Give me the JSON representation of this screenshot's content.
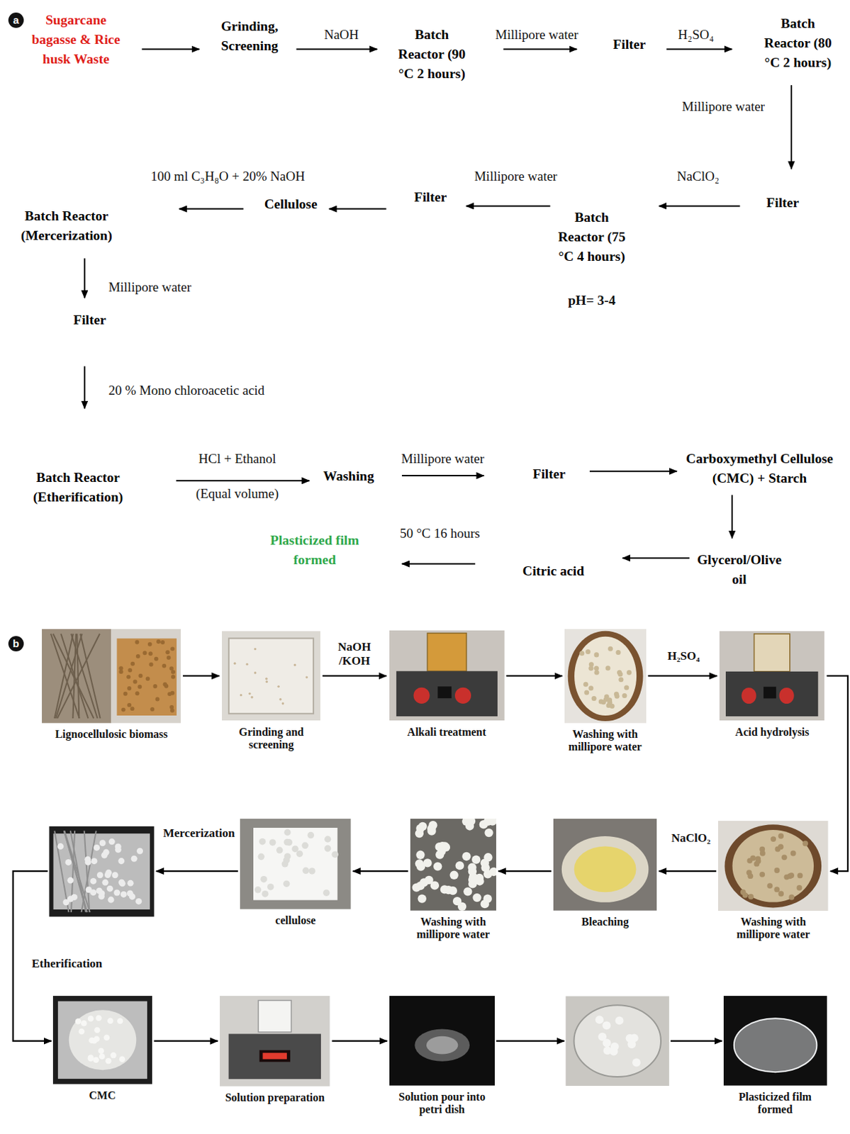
{
  "diagram": {
    "nodes": [
      {
        "text": [
          "Sugarcane bagasse & Rice husk Waste"
        ]
      },
      {
        "text": [
          "Grinding, Screening"
        ]
      },
      {
        "text": [
          "Batch Reactor (90 °C 2 hours)"
        ]
      },
      {
        "text": [
          "Filter"
        ]
      },
      {
        "text": [
          "Batch Reactor (80 °C 2 hours)"
        ]
      },
      {
        "text": [
          "Filter"
        ]
      },
      {
        "text": [
          "Batch Reactor (75 °C 4 hours)"
        ]
      },
      {
        "text": [
          "Filter"
        ]
      },
      {
        "text": [
          "Cellulose"
        ]
      },
      {
        "text": [
          "Batch Reactor (Mercerization)"
        ]
      },
      {
        "text": [
          "Filter"
        ]
      },
      {
        "text": [
          "Batch Reactor (Etherification)"
        ]
      },
      {
        "text": [
          "Washing"
        ]
      },
      {
        "text": [
          "Filter"
        ]
      },
      {
        "text": [
          "Carboxymethyl Cellulose (CMC) + Starch"
        ]
      },
      {
        "text": [
          "Glycerol/Olive oil"
        ]
      },
      {
        "text": [
          "Citric acid"
        ]
      },
      {
        "text": [
          "Plasticized film formed"
        ]
      },
      {
        "text": [
          "Lignocellulosic biomass"
        ]
      },
      {
        "text": [
          "Grinding and screening"
        ]
      },
      {
        "text": [
          "Alkali treatment"
        ]
      },
      {
        "text": [
          "Washing with millipore water"
        ]
      },
      {
        "text": [
          "Acid hydrolysis"
        ]
      },
      {
        "text": [
          "Washing with millipore water"
        ]
      },
      {
        "text": [
          "Bleaching"
        ]
      },
      {
        "text": [
          "Washing with millipore water"
        ]
      },
      {
        "text": [
          "cellulose"
        ]
      },
      {
        "text": [
          "CMC"
        ]
      },
      {
        "text": [
          "Solution preparation"
        ]
      },
      {
        "text": [
          "Solution pour into petri dish"
        ]
      },
      {
        "text": [
          "Plasticized film formed"
        ]
      }
    ],
    "edges": [
      {
        "from": 0,
        "to": 1,
        "arrow": "to"
      },
      {
        "from": 1,
        "to": 2,
        "label": "NaOH",
        "arrow": "to"
      },
      {
        "from": 2,
        "to": 3,
        "label": "Millipore water",
        "arrow": "to"
      },
      {
        "from": 3,
        "to": 4,
        "label": "H₂SO₄",
        "arrow": "to"
      },
      {
        "from": 4,
        "to": 5,
        "label": "Millipore water",
        "arrow": "to"
      },
      {
        "from": 5,
        "to": 6,
        "label": "NaClO₂",
        "arrow": "to"
      },
      {
        "from": 6,
        "to": 7,
        "label": "Millipore water",
        "arrow": "to"
      },
      {
        "from": 7,
        "to": 8,
        "arrow": "to"
      },
      {
        "from": 8,
        "to": 9,
        "label": "100 ml C₃H₈O + 20% NaOH",
        "arrow": "to"
      },
      {
        "from": 9,
        "to": 10,
        "label": "Millipore water",
        "arrow": "to"
      },
      {
        "from": 10,
        "to": 11,
        "label": "20 % Mono chloroacetic acid",
        "arrow": "to"
      },
      {
        "from": 11,
        "to": 12,
        "label": "HCl + Ethanol",
        "arrow": "to"
      },
      {
        "from": 12,
        "to": 13,
        "label": "Millipore water",
        "arrow": "to"
      },
      {
        "from": 13,
        "to": 14,
        "arrow": "to"
      },
      {
        "from": 14,
        "to": 15,
        "arrow": "to"
      },
      {
        "from": 15,
        "to": 16,
        "arrow": "to"
      },
      {
        "from": 16,
        "to": 17,
        "label": "50 °C 16 hours",
        "arrow": "to"
      },
      {
        "from": 18,
        "to": 19,
        "arrow": "to"
      },
      {
        "from": 19,
        "to": 20,
        "label": "NaOH /KOH",
        "arrow": "to"
      },
      {
        "from": 20,
        "to": 21,
        "arrow": "to"
      },
      {
        "from": 21,
        "to": 22,
        "label": "H₂SO₄",
        "arrow": "to"
      },
      {
        "from": 22,
        "to": 23,
        "arrow": "to"
      },
      {
        "from": 23,
        "to": 24,
        "label": "NaClO₂",
        "arrow": "to"
      },
      {
        "from": 24,
        "to": 25,
        "arrow": "to"
      },
      {
        "from": 25,
        "to": 26,
        "arrow": "to"
      },
      {
        "from": 27,
        "to": 28,
        "arrow": "to"
      },
      {
        "from": 28,
        "to": 29,
        "arrow": "to"
      }
    ],
    "labels": [
      "a",
      "(Equal volume)",
      "pH= 3-4",
      "b",
      "Mercerization",
      "Etherification"
    ]
  }
}
